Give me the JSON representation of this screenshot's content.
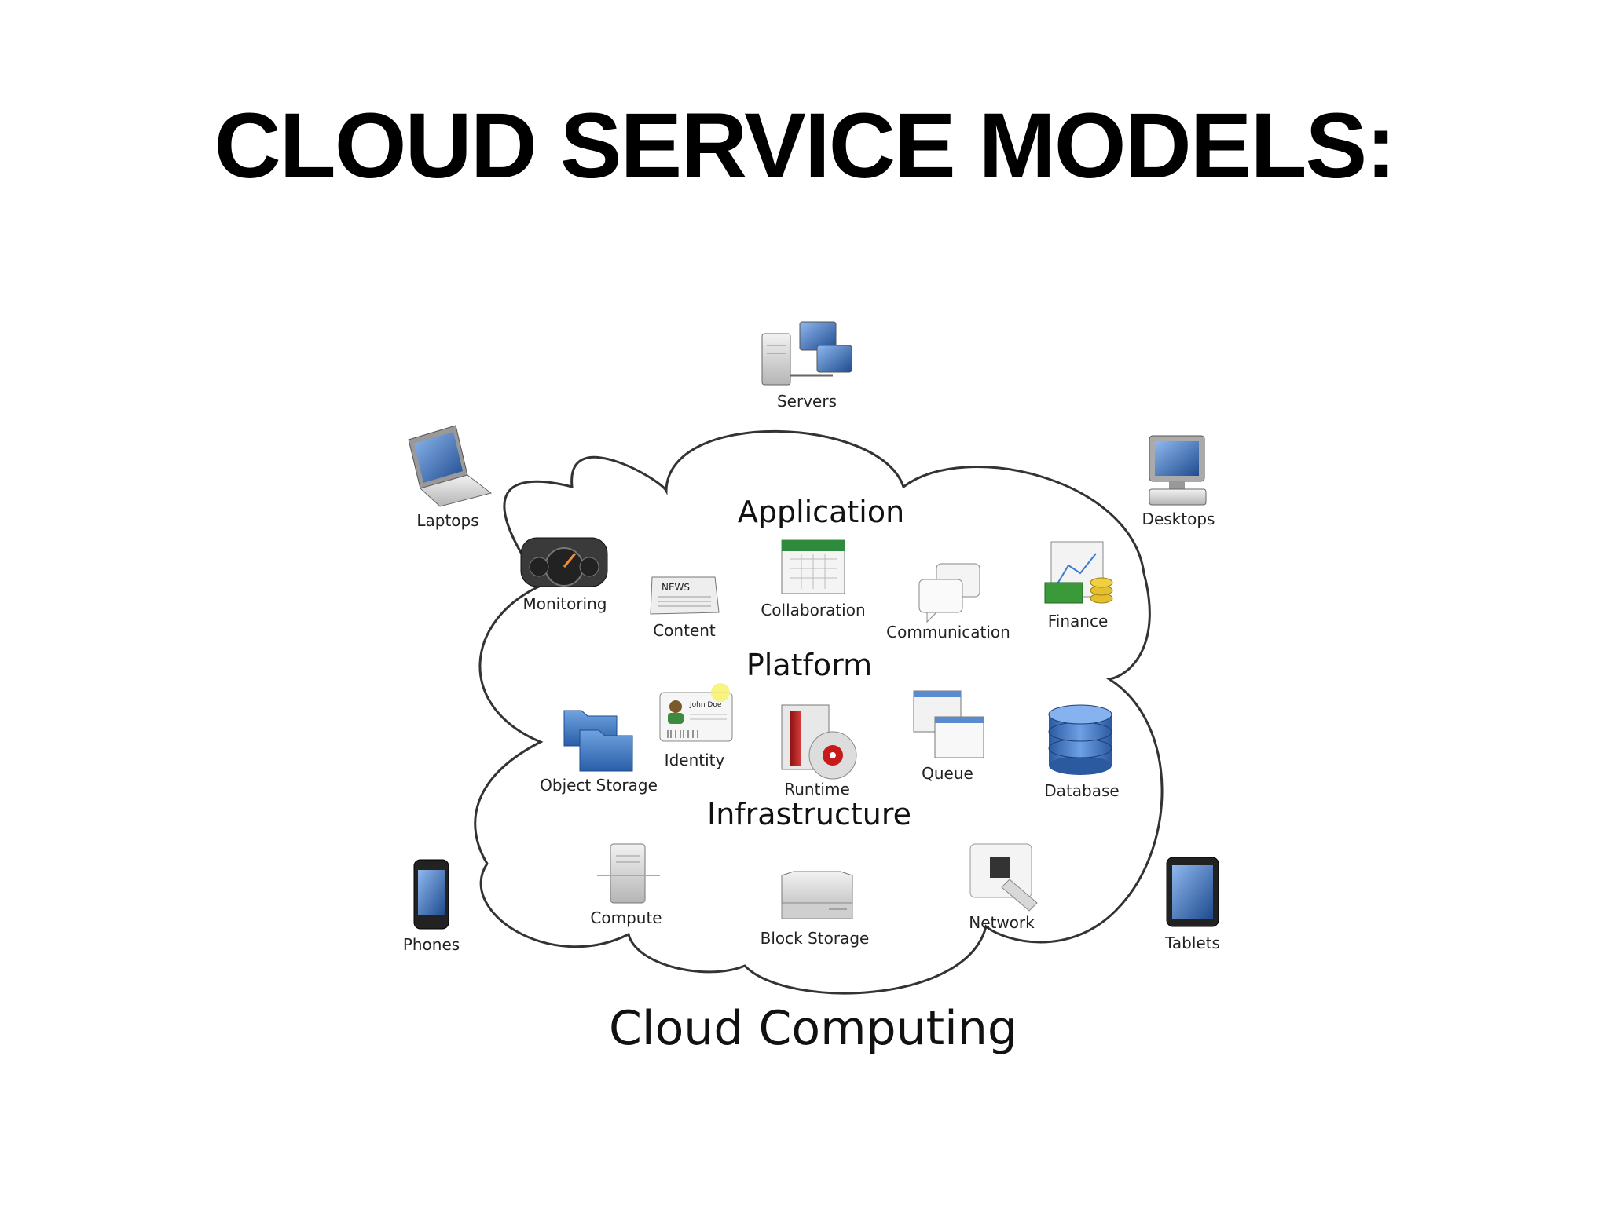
{
  "title": "CLOUD SERVICE MODELS:",
  "diagram": {
    "caption": "Cloud Computing",
    "layers": {
      "application": "Application",
      "platform": "Platform",
      "infrastructure": "Infrastructure"
    },
    "devices": {
      "servers": "Servers",
      "laptops": "Laptops",
      "desktops": "Desktops",
      "phones": "Phones",
      "tablets": "Tablets"
    },
    "application_items": {
      "monitoring": "Monitoring",
      "content": "Content",
      "collaboration": "Collaboration",
      "communication": "Communication",
      "finance": "Finance"
    },
    "platform_items": {
      "object_storage": "Object Storage",
      "identity": "Identity",
      "identity_card_name": "John Doe",
      "runtime": "Runtime",
      "queue": "Queue",
      "database": "Database"
    },
    "infrastructure_items": {
      "compute": "Compute",
      "block_storage": "Block Storage",
      "network": "Network"
    },
    "news_label": "NEWS"
  }
}
